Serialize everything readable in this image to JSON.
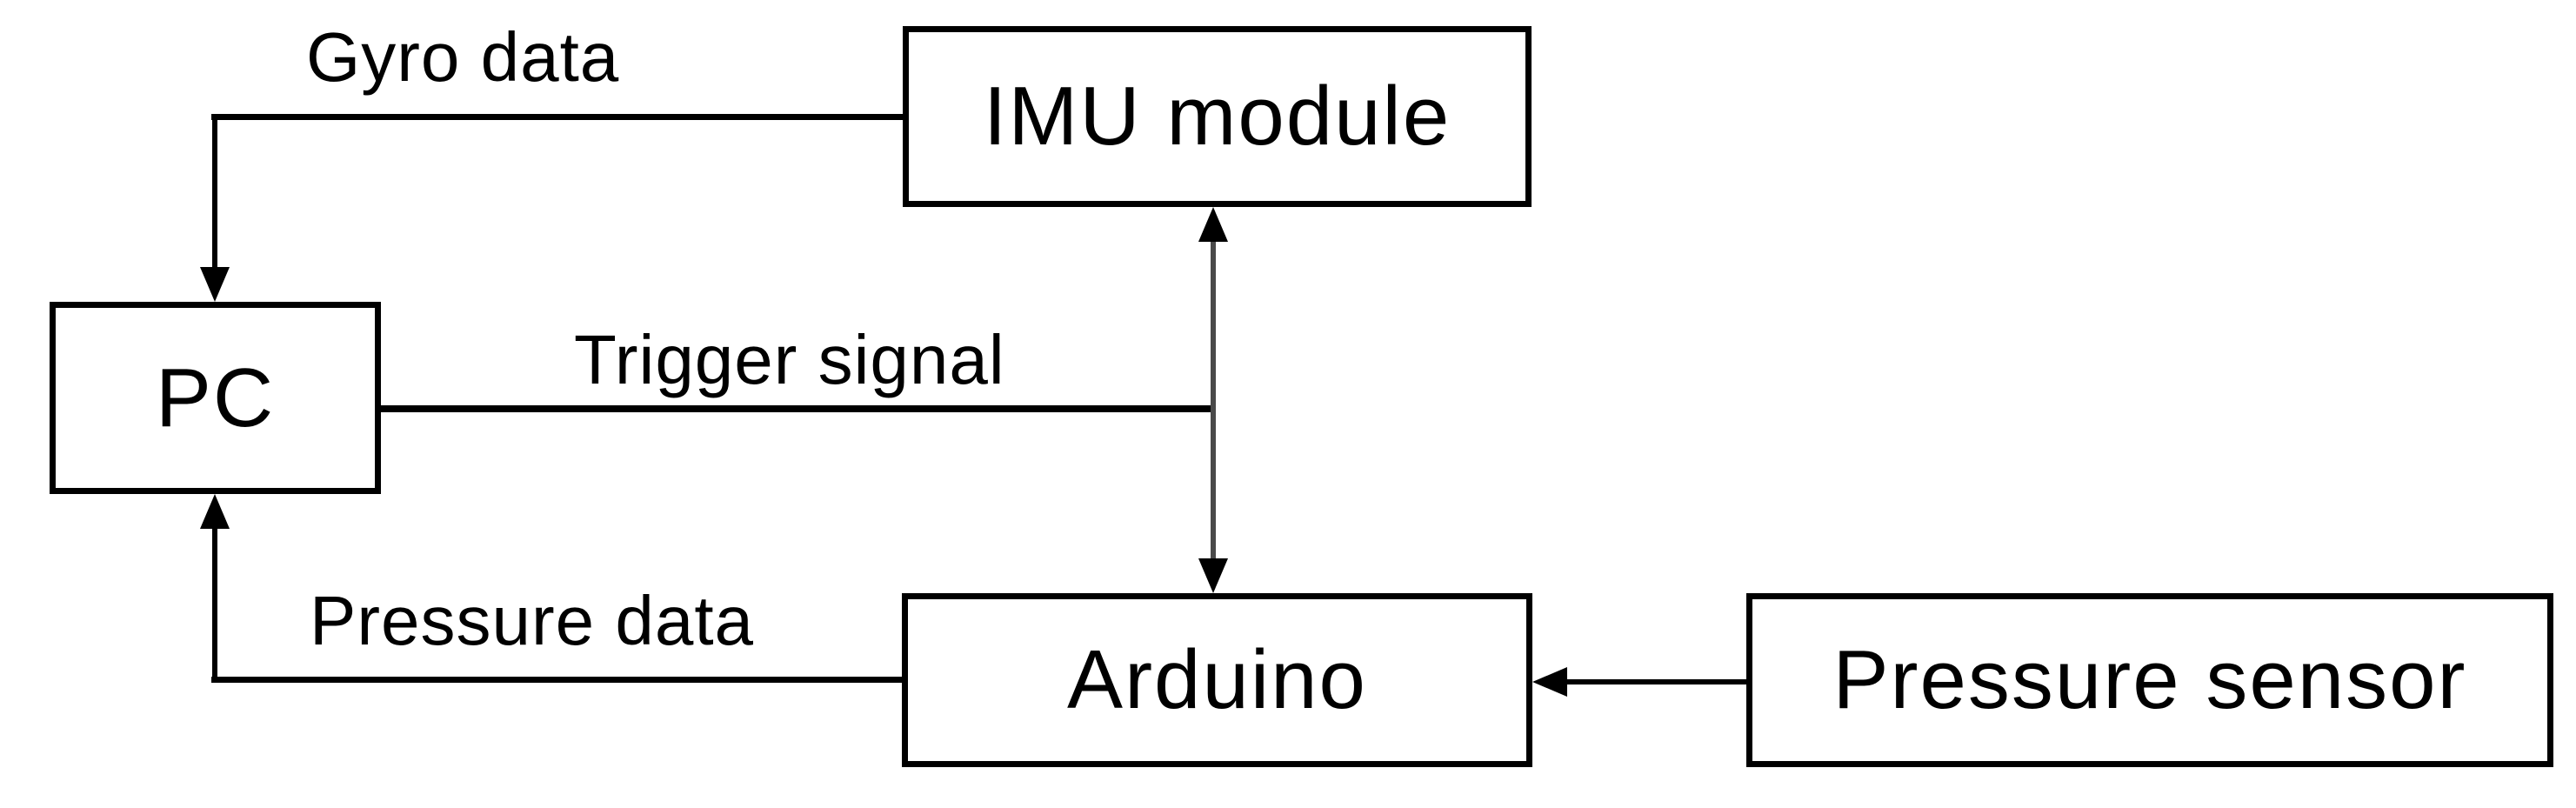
{
  "colors": {
    "background": "#ffffff",
    "line": "#000000",
    "text": "#000000"
  },
  "nodes": {
    "pc": {
      "label": "PC"
    },
    "imu": {
      "label": "IMU module"
    },
    "arduino": {
      "label": "Arduino"
    },
    "pressure_sensor": {
      "label": "Pressure sensor"
    }
  },
  "edges": {
    "gyro": {
      "label": "Gyro data",
      "from": "IMU module",
      "to": "PC",
      "arrow": "one-way"
    },
    "trigger": {
      "label": "Trigger signal",
      "from": "PC",
      "to": "IMU module and Arduino",
      "arrow": "two-way"
    },
    "pressure": {
      "label": "Pressure data",
      "from": "Arduino",
      "to": "PC",
      "arrow": "one-way"
    },
    "sensor_feed": {
      "label": "",
      "from": "Pressure sensor",
      "to": "Arduino",
      "arrow": "one-way"
    }
  }
}
